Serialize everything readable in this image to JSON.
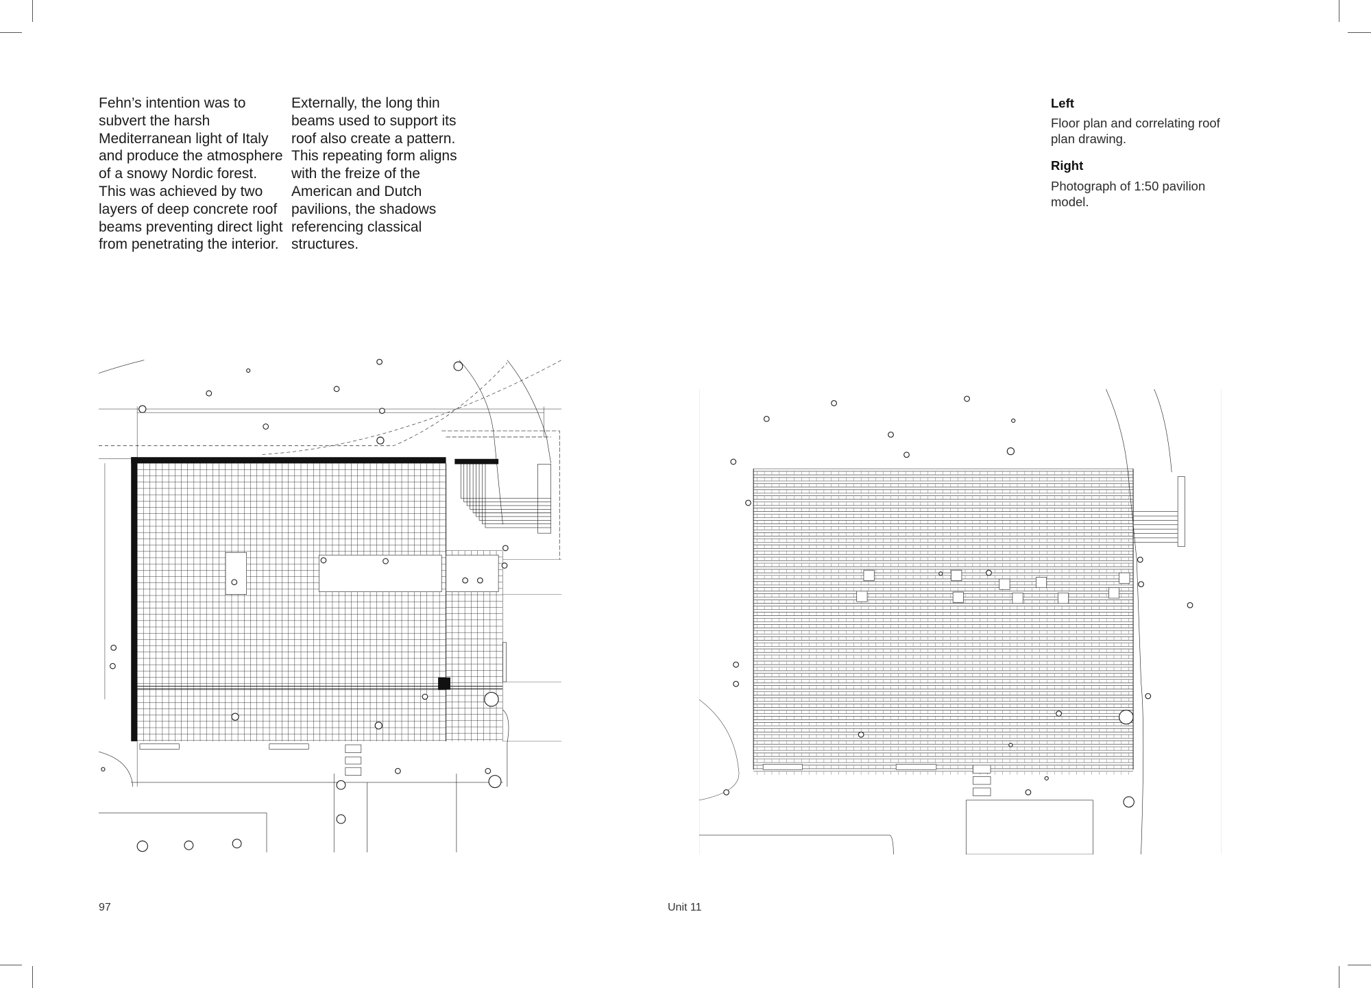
{
  "body_text": {
    "column_1": "Fehn’s intention was to subvert the harsh Mediterranean light of Italy and produce the atmosphere of a snowy Nordic forest. This was achieved by two layers of deep concrete roof beams preventing direct light from penetrating the interior.",
    "column_2": "Externally, the long thin beams used to support its roof also create a pattern. This repeating form aligns with the freize of the American and Dutch pavilions, the shadows referencing classical structures."
  },
  "captions": {
    "left_heading": "Left",
    "left_text": "Floor plan and correlating roof plan drawing.",
    "right_heading": "Right",
    "right_text": "Photograph of 1:50 pavilion model."
  },
  "footer": {
    "page_number": "97",
    "section": "Unit 11"
  },
  "colors": {
    "ink": "#1a1a1a",
    "paper": "#ffffff"
  }
}
